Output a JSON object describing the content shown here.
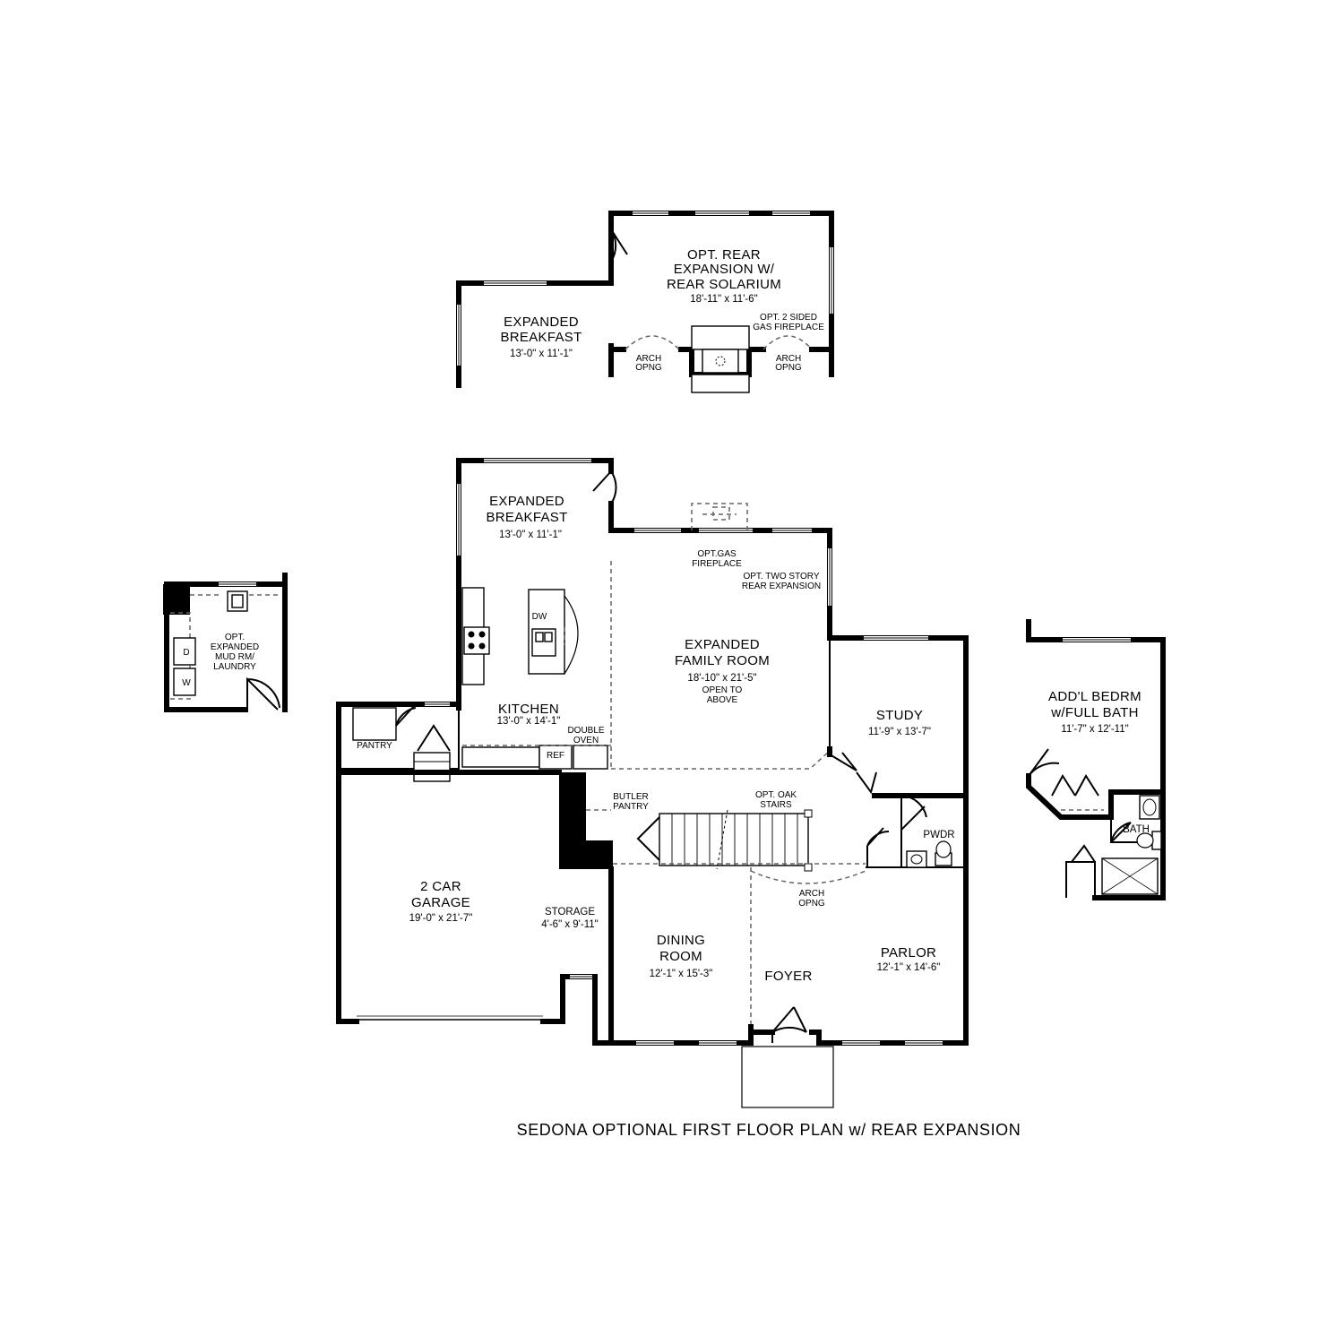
{
  "title": "SEDONA OPTIONAL FIRST FLOOR PLAN w/ REAR EXPANSION",
  "rooms": {
    "rear_expansion": {
      "l1": "OPT. REAR",
      "l2": "EXPANSION W/",
      "l3": "REAR SOLARIUM",
      "dim": "18'-11\" x 11'-6\""
    },
    "expanded_breakfast_top": {
      "l1": "EXPANDED",
      "l2": "BREAKFAST",
      "dim": "13'-0\" x 11'-1\""
    },
    "expanded_breakfast": {
      "l1": "EXPANDED",
      "l2": "BREAKFAST",
      "dim": "13'-0\" x 11'-1\""
    },
    "kitchen": {
      "l1": "KITCHEN",
      "dim": "13'-0\" x 14'-1\""
    },
    "family_room": {
      "l1": "EXPANDED",
      "l2": "FAMILY ROOM",
      "dim": "18'-10\" x 21'-5\"",
      "n1": "OPEN TO",
      "n2": "ABOVE"
    },
    "study": {
      "l1": "STUDY",
      "dim": "11'-9\" x 13'-7\""
    },
    "garage": {
      "l1": "2 CAR",
      "l2": "GARAGE",
      "dim": "19'-0\" x 21'-7\""
    },
    "storage": {
      "l1": "STORAGE",
      "dim": "4'-6\" x 9'-11\""
    },
    "dining": {
      "l1": "DINING",
      "l2": "ROOM",
      "dim": "12'-1\" x 15'-3\""
    },
    "foyer": {
      "l1": "FOYER"
    },
    "parlor": {
      "l1": "PARLOR",
      "dim": "12'-1\" x 14'-6\""
    },
    "bedroom": {
      "l1": "ADD'L BEDRM",
      "l2": "w/FULL BATH",
      "dim": "11'-7\" x 12'-11\""
    },
    "mudroom": {
      "l1": "OPT.",
      "l2": "EXPANDED",
      "l3": "MUD RM/",
      "l4": "LAUNDRY"
    }
  },
  "notes": {
    "two_sided_fp_1": "OPT. 2 SIDED",
    "two_sided_fp_2": "GAS FIREPLACE",
    "arch_1": "ARCH",
    "arch_2": "OPNG",
    "gas_fp_1": "OPT.GAS",
    "gas_fp_2": "FIREPLACE",
    "two_story_1": "OPT. TWO STORY",
    "two_story_2": "REAR EXPANSION",
    "pantry": "PANTRY",
    "ref": "REF",
    "double_oven_1": "DOUBLE",
    "double_oven_2": "OVEN",
    "dw": "DW",
    "butler_1": "BUTLER",
    "butler_2": "PANTRY",
    "oak_stairs_1": "OPT. OAK",
    "oak_stairs_2": "STAIRS",
    "pwdr": "PWDR",
    "bath": "BATH",
    "dryer": "D",
    "washer": "W"
  }
}
